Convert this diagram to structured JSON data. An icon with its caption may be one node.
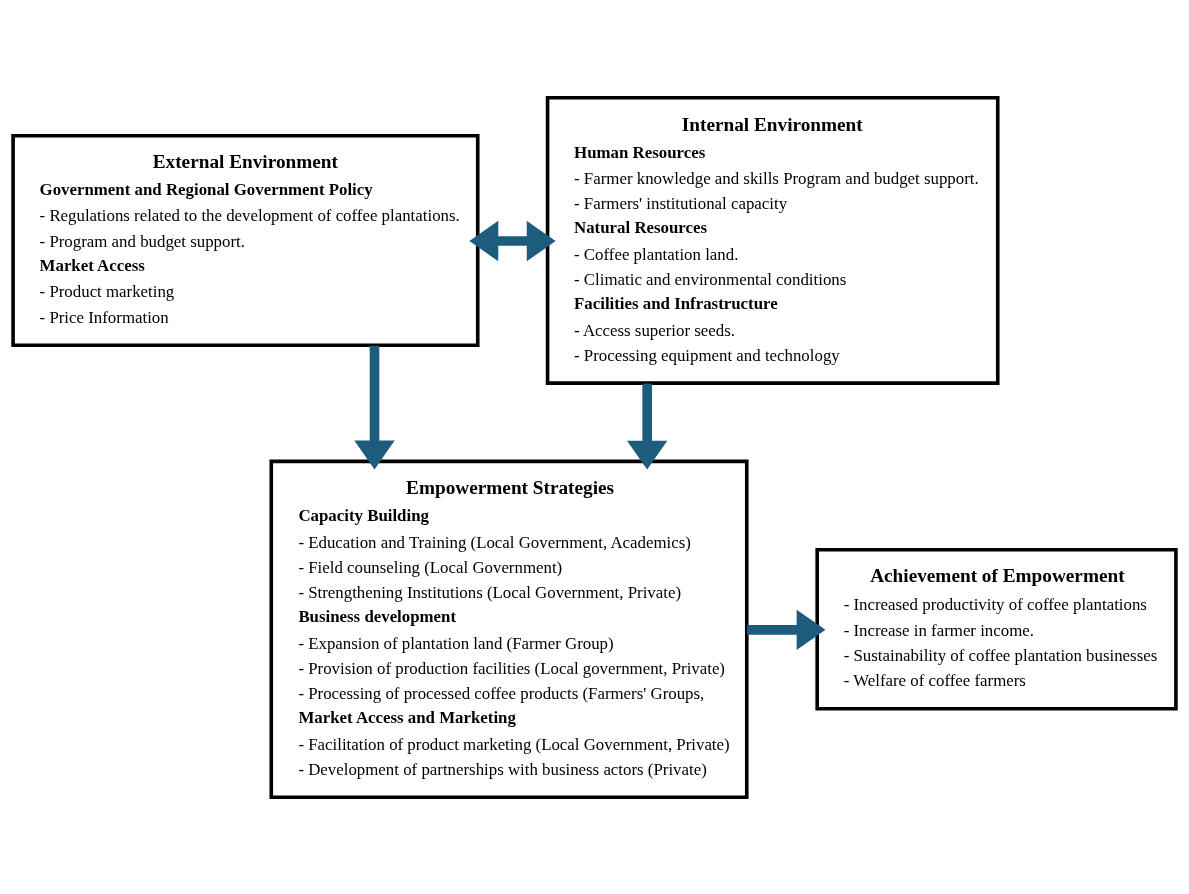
{
  "diagram": {
    "nodes": [
      {
        "text": [
          "External Environment",
          "Government and Regional Government Policy",
          "- Regulations related to the development of coffee plantations.",
          "- Program and budget support.",
          "Market Access",
          "- Product marketing",
          "- Price Information"
        ]
      },
      {
        "text": [
          "Internal Environment",
          "Human Resources",
          "- Farmer knowledge and skills Program and budget support.",
          "- Farmers' institutional capacity",
          "Natural Resources",
          "- Coffee plantation land.",
          "- Climatic and environmental conditions",
          "Facilities and Infrastructure",
          "- Access superior seeds.",
          "- Processing equipment and technology"
        ]
      },
      {
        "text": [
          "Empowerment Strategies",
          "Capacity Building",
          "- Education and Training (Local Government, Academics)",
          "- Field counseling (Local Government)",
          "- Strengthening Institutions (Local Government, Private)",
          "Business development",
          "- Expansion of plantation land (Farmer Group)",
          "- Provision of production facilities (Local government, Private)",
          "- Processing of processed coffee products (Farmers' Groups,",
          "Market Access and Marketing",
          "- Facilitation of product marketing (Local Government, Private)",
          "- Development of partnerships with business actors (Private)"
        ]
      },
      {
        "text": [
          "Achievement of Empowerment",
          "- Increased productivity of coffee plantations",
          "- Increase in farmer income.",
          "- Sustainability of coffee plantation businesses",
          "- Welfare of coffee farmers"
        ]
      }
    ],
    "edges": [
      {
        "from": 0,
        "to": 1,
        "arrow": "both"
      },
      {
        "from": 1,
        "to": 2,
        "arrow": "to"
      },
      {
        "from": 0,
        "to": 2,
        "arrow": "to"
      },
      {
        "from": 2,
        "to": 3,
        "arrow": "to"
      }
    ]
  }
}
